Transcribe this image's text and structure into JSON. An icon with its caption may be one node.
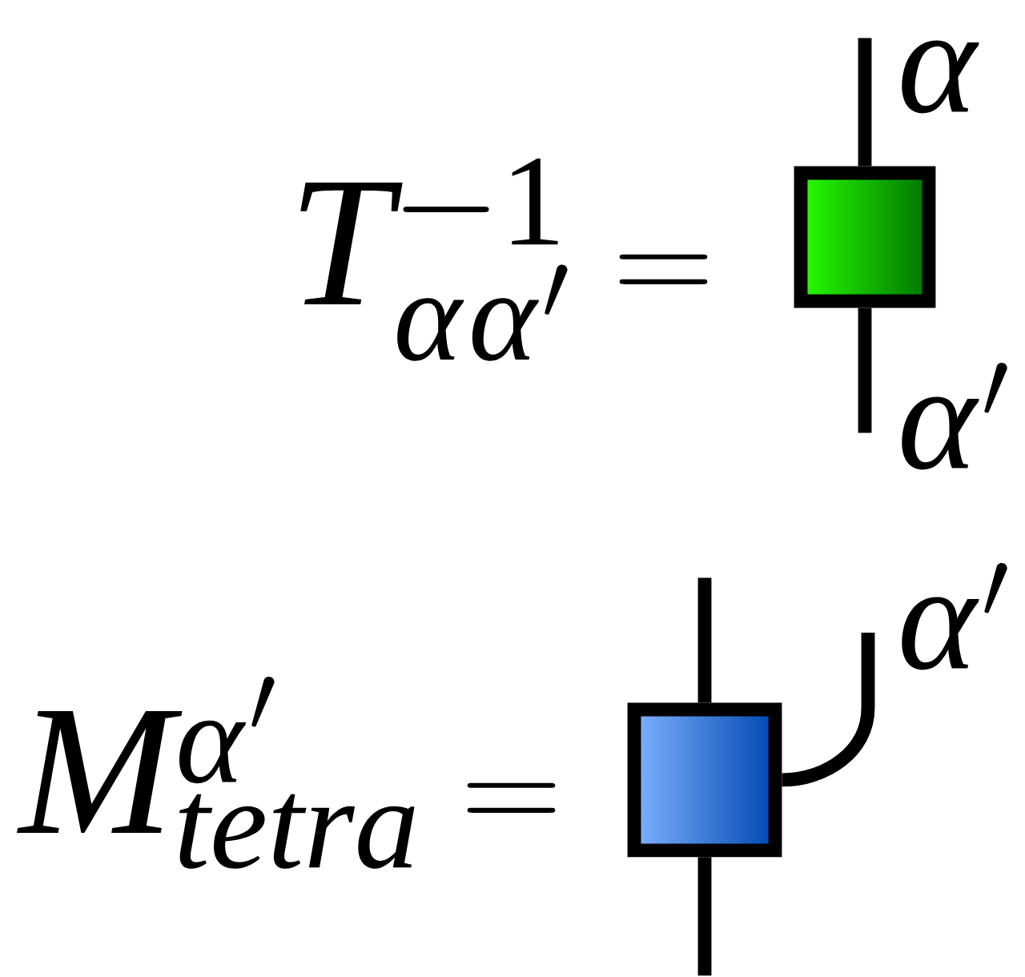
{
  "diagram": {
    "nodes": [
      {
        "text": [],
        "shape": "box"
      },
      {
        "text": [],
        "shape": "box"
      }
    ],
    "edges": [
      {
        "from": 0,
        "to": null,
        "arrow": "none"
      },
      {
        "from": 0,
        "to": null,
        "arrow": "none"
      },
      {
        "from": 1,
        "to": null,
        "arrow": "none"
      },
      {
        "from": 1,
        "to": null,
        "arrow": "none"
      },
      {
        "from": 1,
        "to": null,
        "arrow": "none"
      }
    ],
    "labels": [
      "T^{-1}_{\\alpha\\alpha'} =",
      "\\alpha",
      "\\alpha'",
      "M^{\\alpha'}_{tetra} =",
      "\\alpha'"
    ]
  }
}
